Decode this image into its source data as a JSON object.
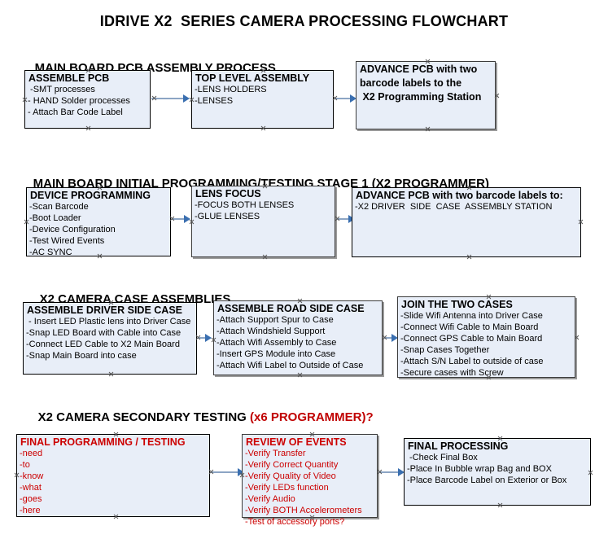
{
  "document": {
    "title": "IDRIVE X2  SERIES CAMERA PROCESSING FLOWCHART"
  },
  "colors": {
    "box_fill": "#e8eef8",
    "box_border": "#000000",
    "connector_line": "#8ca5c4",
    "connector_arrow": "#3a6fb0",
    "accent_red": "#cc0000",
    "text": "#000000"
  },
  "sections": [
    {
      "id": "main-board-pcb-assembly-process",
      "title": "MAIN BOARD PCB ASSEMBLY PROCESS",
      "title_accent": "",
      "boxes": [
        {
          "id": "assemble-pcb",
          "title": "ASSEMBLE PCB",
          "lines": [
            " -SMT processes",
            "- HAND Solder processes",
            "- Attach Bar Code Label"
          ]
        },
        {
          "id": "top-level-assembly",
          "title": "TOP LEVEL ASSEMBLY",
          "lines": [
            "-LENS HOLDERS",
            "-LENSES"
          ]
        },
        {
          "id": "advance-pcb-to-x2-programming-station",
          "title_lines": [
            "ADVANCE PCB with two",
            "barcode labels to the",
            " X2 Programming Station"
          ],
          "lines": []
        }
      ]
    },
    {
      "id": "main-board-initial-programming-testing-stage-1",
      "title": "MAIN BOARD INITIAL PROGRAMMING/TESTING STAGE 1 (X2 PROGRAMMER)",
      "title_accent": "",
      "boxes": [
        {
          "id": "device-programming",
          "title": "DEVICE PROGRAMMING",
          "lines": [
            "-Scan Barcode",
            "-Boot Loader",
            "-Device Configuration",
            "-Test Wired Events",
            "-AC SYNC"
          ]
        },
        {
          "id": "lens-focus",
          "title": "LENS FOCUS",
          "lines": [
            "-FOCUS BOTH LENSES",
            "-GLUE LENSES"
          ]
        },
        {
          "id": "advance-pcb-to-driver-side-case-assembly",
          "title": "ADVANCE PCB with two barcode labels to:",
          "lines": [
            "-X2 DRIVER  SIDE  CASE  ASSEMBLY STATION"
          ]
        }
      ]
    },
    {
      "id": "x2-camera-case-assemblies",
      "title": "X2 CAMERA CASE ASSEMBLIES",
      "title_accent": "",
      "boxes": [
        {
          "id": "assemble-driver-side-case",
          "title": "ASSEMBLE DRIVER SIDE CASE",
          "lines": [
            " - Insert LED Plastic lens into Driver Case",
            "-Snap LED Board with Cable into Case",
            "-Connect LED Cable to X2 Main Board",
            "-Snap Main Board into case"
          ]
        },
        {
          "id": "assemble-road-side-case",
          "title": "ASSEMBLE ROAD SIDE CASE",
          "lines": [
            "-Attach Support Spur to Case",
            "-Attach Windshield Support",
            "-Attach Wifi Assembly to Case",
            "-Insert GPS Module into Case",
            "-Attach Wifi Label to Outside of Case"
          ]
        },
        {
          "id": "join-the-two-cases",
          "title": "JOIN THE TWO CASES",
          "lines": [
            "-Slide Wifi Antenna into Driver Case",
            "-Connect Wifi Cable to Main Board",
            "-Connect GPS Cable to Main Board",
            "-Snap Cases Together",
            "-Attach S/N Label to outside of case",
            "-Secure cases with Screw"
          ]
        }
      ]
    },
    {
      "id": "x2-camera-secondary-testing",
      "title": "X2 CAMERA SECONDARY TESTING ",
      "title_accent": "(x6 PROGRAMMER)?",
      "boxes": [
        {
          "id": "final-programming-testing",
          "title": "FINAL PROGRAMMING / TESTING",
          "lines": [
            "-need",
            "-to",
            "-know",
            "-what",
            "-goes",
            "-here"
          ]
        },
        {
          "id": "review-of-events",
          "title": "REVIEW OF EVENTS",
          "lines": [
            "-Verify Transfer",
            "-Verify Correct Quantity",
            "-Verify Quality of Video",
            "-Verify LEDs function",
            "-Verify Audio",
            "-Verify BOTH Accelerometers",
            "-Test of accessory ports?"
          ]
        },
        {
          "id": "final-processing",
          "title": "FINAL PROCESSING",
          "lines": [
            " -Check Final Box",
            "-Place In Bubble wrap Bag and BOX",
            "-Place Barcode Label on Exterior or Box"
          ]
        }
      ]
    }
  ]
}
